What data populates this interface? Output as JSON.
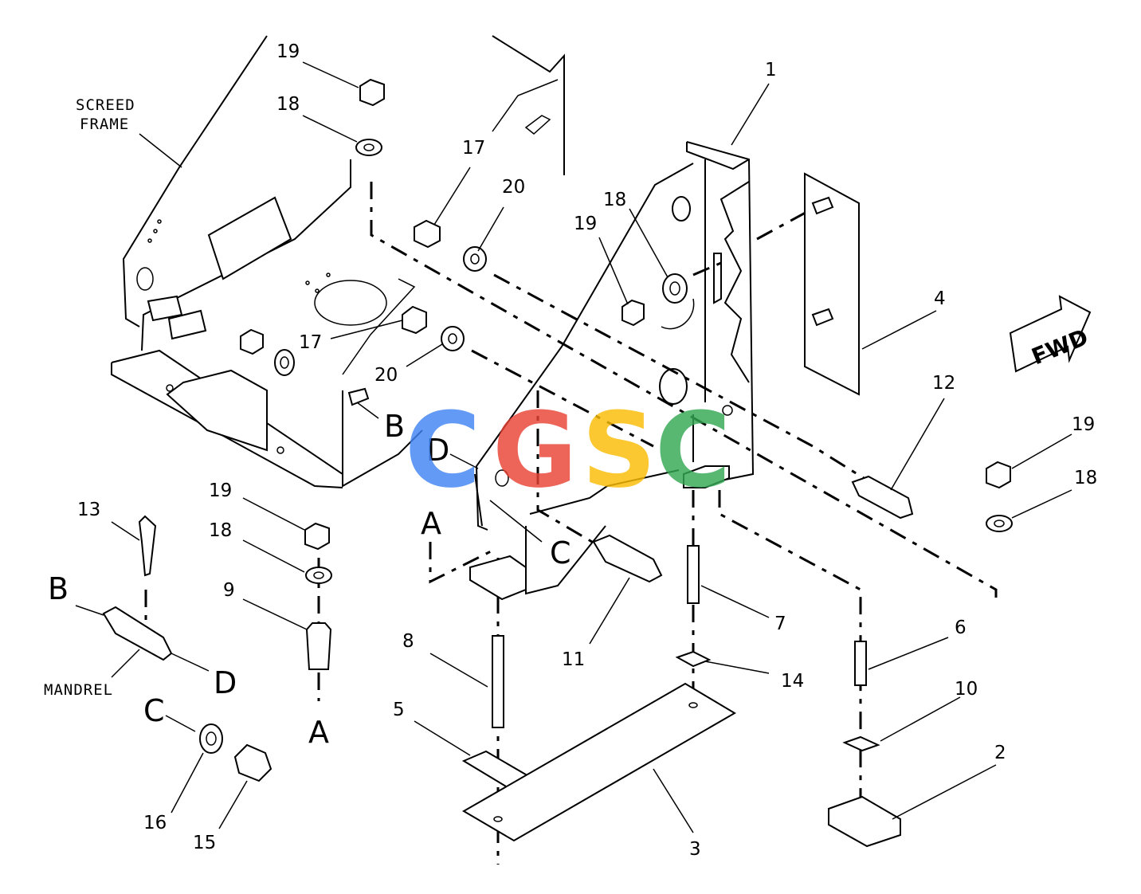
{
  "labels": {
    "screed_frame_1": "SCREED",
    "screed_frame_2": "FRAME",
    "mandrel": "MANDREL",
    "fwd": "FWD"
  },
  "part_numbers": {
    "p1": "1",
    "p2": "2",
    "p3": "3",
    "p4": "4",
    "p5": "5",
    "p6": "6",
    "p7": "7",
    "p8": "8",
    "p9": "9",
    "p10": "10",
    "p11": "11",
    "p12": "12",
    "p13": "13",
    "p14": "14",
    "p15": "15",
    "p16": "16",
    "p17a": "17",
    "p17b": "17",
    "p18a": "18",
    "p18b": "18",
    "p18c": "18",
    "p18d": "18",
    "p19a": "19",
    "p19b": "19",
    "p19c": "19",
    "p19d": "19",
    "p20a": "20",
    "p20b": "20"
  },
  "reference_letters": {
    "a_top": "A",
    "a_bottom": "A",
    "b_frame": "B",
    "b_mandrel": "B",
    "c_plate": "C",
    "c_washer": "C",
    "d_plate": "D",
    "d_mandrel": "D"
  },
  "watermark": {
    "letters": [
      "C",
      "G",
      "S",
      "C"
    ],
    "colors": [
      "#4285f4",
      "#ea4335",
      "#fbbc05",
      "#34a853"
    ]
  }
}
